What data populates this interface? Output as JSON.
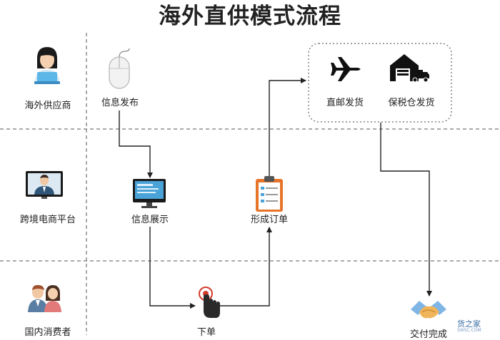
{
  "title": "海外直供模式流程",
  "lanes": {
    "overseas_supplier": "海外供应商",
    "platform": "跨境电商平台",
    "consumer": "国内消费者"
  },
  "steps": {
    "info_publish": "信息发布",
    "info_display": "信息展示",
    "place_order": "下单",
    "form_order": "形成订单",
    "direct_mail": "直邮发货",
    "bonded_warehouse": "保税仓发货",
    "delivery_complete": "交付完成"
  },
  "icons": {
    "supplier": "woman-laptop-icon",
    "platform": "businessman-monitor-icon",
    "consumer": "couple-icon",
    "info_publish": "mouse-icon",
    "info_display": "monitor-icon",
    "form_order": "clipboard-icon",
    "place_order": "click-hand-icon",
    "direct_mail": "airplane-icon",
    "bonded_warehouse": "warehouse-truck-icon",
    "delivery_complete": "handshake-icon"
  },
  "watermark": {
    "brand": "货之家",
    "url": "SWSC.COM"
  },
  "colors": {
    "line": "#222222",
    "divider": "#555555",
    "dotted_box": "#666666",
    "accent_red": "#d33a2c",
    "accent_orange": "#e8742a",
    "screen_blue": "#4aa3d8"
  }
}
